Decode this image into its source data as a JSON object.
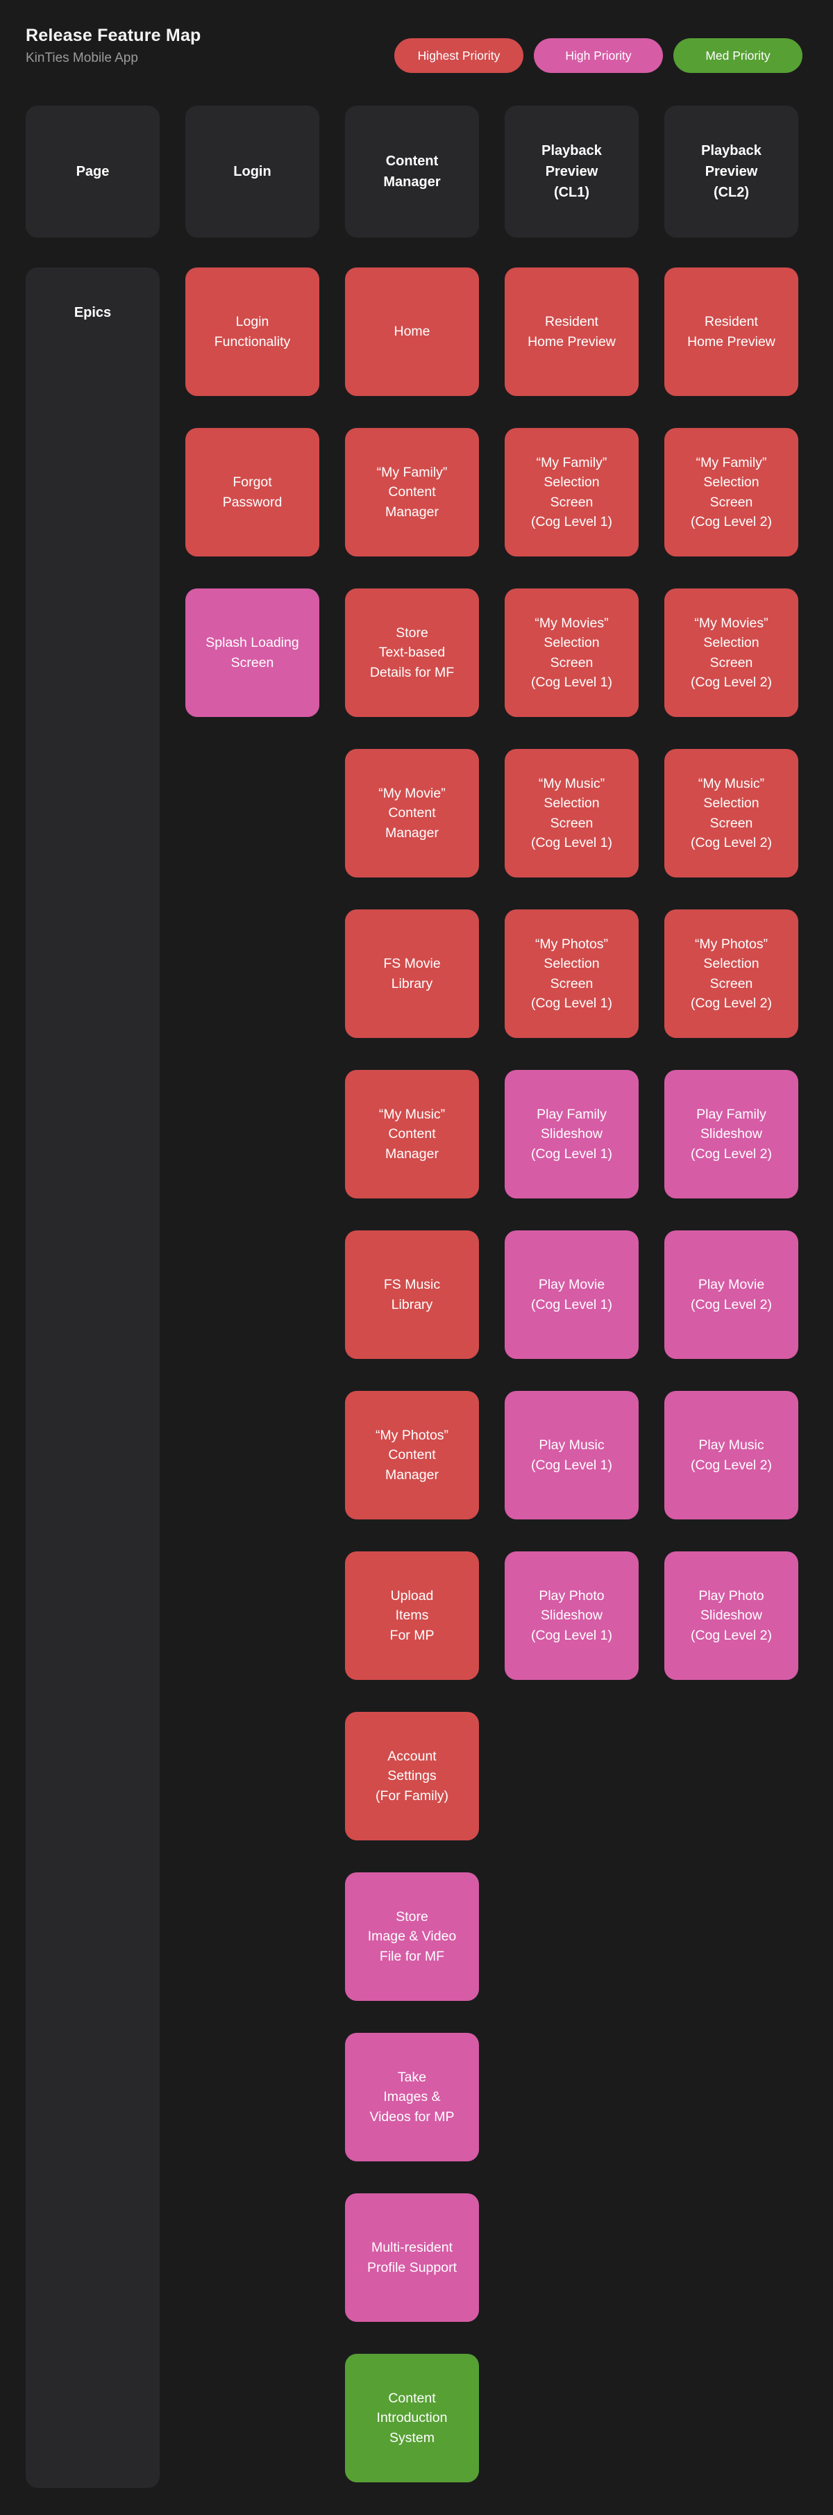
{
  "header": {
    "title": "Release Feature Map",
    "subtitle": "KinTies Mobile App"
  },
  "legend": [
    {
      "key": "highest",
      "label": "Highest Priority",
      "color": "#d24c4c"
    },
    {
      "key": "high",
      "label": "High Priority",
      "color": "#d65ca5"
    },
    {
      "key": "med",
      "label": "Med Priority",
      "color": "#57a034"
    }
  ],
  "priority_colors": {
    "highest": "#d24c4c",
    "high": "#d65ca5",
    "med": "#57a034"
  },
  "surface_colors": {
    "background": "#1b1b1c",
    "header_card": "#28282a"
  },
  "epics": {
    "label": "Epics"
  },
  "columns": [
    {
      "id": "page",
      "header": "Page",
      "cards": []
    },
    {
      "id": "login",
      "header": "Login",
      "cards": [
        {
          "label": "Login\nFunctionality",
          "priority": "highest"
        },
        {
          "label": "Forgot\nPassword",
          "priority": "highest"
        },
        {
          "label": "Splash Loading\nScreen",
          "priority": "high"
        }
      ]
    },
    {
      "id": "content-manager",
      "header": "Content\nManager",
      "cards": [
        {
          "label": "Home",
          "priority": "highest"
        },
        {
          "label": "“My Family”\nContent\nManager",
          "priority": "highest"
        },
        {
          "label": "Store\nText-based\nDetails for MF",
          "priority": "highest"
        },
        {
          "label": "“My Movie”\nContent\nManager",
          "priority": "highest"
        },
        {
          "label": "FS Movie\nLibrary",
          "priority": "highest"
        },
        {
          "label": "“My Music”\nContent\nManager",
          "priority": "highest"
        },
        {
          "label": "FS Music\nLibrary",
          "priority": "highest"
        },
        {
          "label": "“My Photos”\nContent\nManager",
          "priority": "highest"
        },
        {
          "label": "Upload\nItems\nFor MP",
          "priority": "highest"
        },
        {
          "label": "Account\nSettings\n(For Family)",
          "priority": "highest"
        },
        {
          "label": "Store\nImage & Video\nFile for MF",
          "priority": "high"
        },
        {
          "label": "Take\nImages &\nVideos for MP",
          "priority": "high"
        },
        {
          "label": "Multi-resident\nProfile Support",
          "priority": "high"
        },
        {
          "label": "Content\nIntroduction\nSystem",
          "priority": "med"
        }
      ]
    },
    {
      "id": "playback-preview-cl1",
      "header": "Playback\nPreview\n(CL1)",
      "cards": [
        {
          "label": "Resident\nHome Preview",
          "priority": "highest"
        },
        {
          "label": "“My Family”\nSelection\nScreen\n(Cog Level 1)",
          "priority": "highest"
        },
        {
          "label": "“My Movies”\nSelection\nScreen\n(Cog Level 1)",
          "priority": "highest"
        },
        {
          "label": "“My Music”\nSelection\nScreen\n(Cog Level 1)",
          "priority": "highest"
        },
        {
          "label": "“My Photos”\nSelection\nScreen\n(Cog Level 1)",
          "priority": "highest"
        },
        {
          "label": "Play Family\nSlideshow\n(Cog Level 1)",
          "priority": "high"
        },
        {
          "label": "Play Movie\n(Cog Level 1)",
          "priority": "high"
        },
        {
          "label": "Play Music\n(Cog Level 1)",
          "priority": "high"
        },
        {
          "label": "Play Photo\nSlideshow\n(Cog Level 1)",
          "priority": "high"
        }
      ]
    },
    {
      "id": "playback-preview-cl2",
      "header": "Playback\nPreview\n(CL2)",
      "cards": [
        {
          "label": "Resident\nHome Preview",
          "priority": "highest"
        },
        {
          "label": "“My Family”\nSelection\nScreen\n(Cog Level 2)",
          "priority": "highest"
        },
        {
          "label": "“My Movies”\nSelection\nScreen\n(Cog Level 2)",
          "priority": "highest"
        },
        {
          "label": "“My Music”\nSelection\nScreen\n(Cog Level 2)",
          "priority": "highest"
        },
        {
          "label": "“My Photos”\nSelection\nScreen\n(Cog Level 2)",
          "priority": "highest"
        },
        {
          "label": "Play Family\nSlideshow\n(Cog Level 2)",
          "priority": "high"
        },
        {
          "label": "Play Movie\n(Cog Level 2)",
          "priority": "high"
        },
        {
          "label": "Play Music\n(Cog Level 2)",
          "priority": "high"
        },
        {
          "label": "Play Photo\nSlideshow\n(Cog Level 2)",
          "priority": "high"
        }
      ]
    }
  ]
}
